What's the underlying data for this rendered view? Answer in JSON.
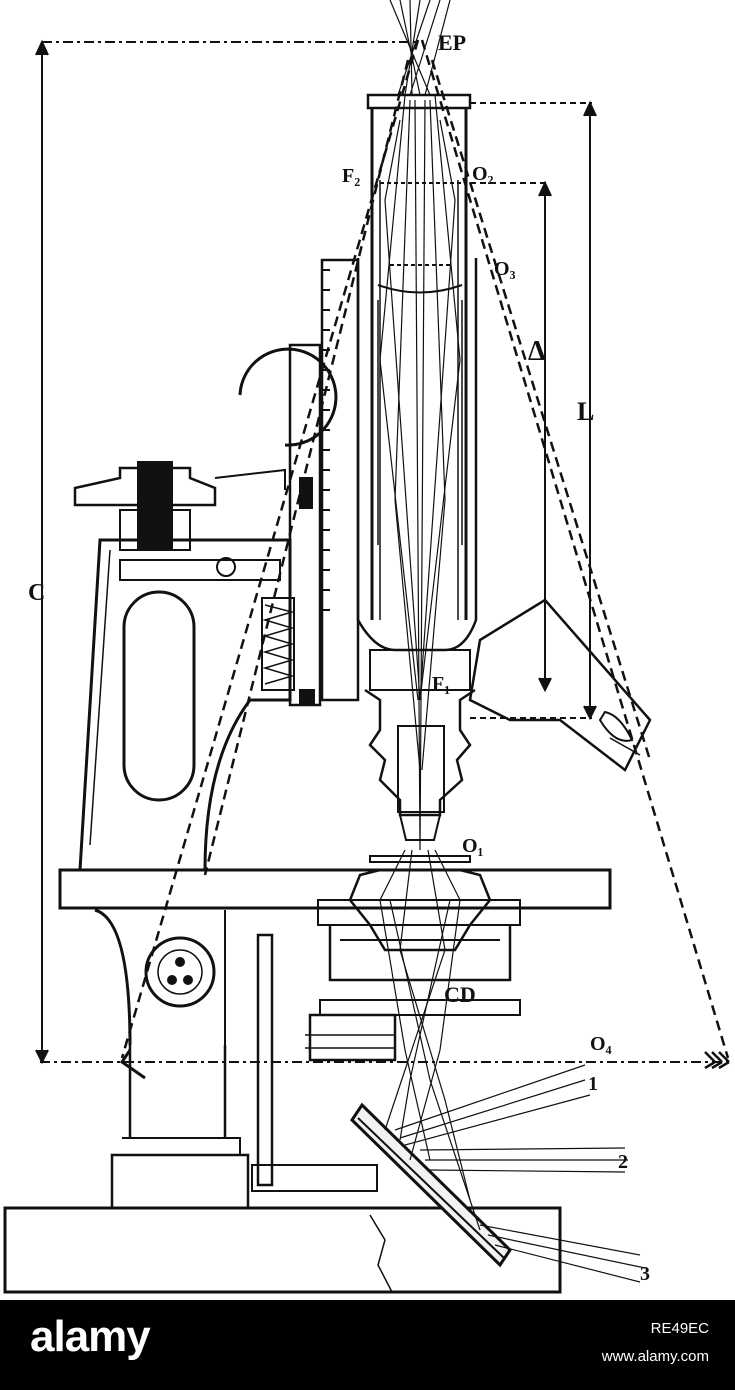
{
  "figure": {
    "labels": {
      "ep": "EP",
      "f2": "F₂",
      "o2": "O₂",
      "o3": "O₃",
      "delta": "Δ",
      "l": "L",
      "c": "C",
      "f1": "F₁",
      "o1": "O₁",
      "cd": "CD",
      "o4": "O₄",
      "ray1": "1",
      "ray2": "2",
      "ray3": "3"
    }
  },
  "footer": {
    "brand": "alamy",
    "image_id": "RE49EC",
    "site": "www.alamy.com"
  }
}
